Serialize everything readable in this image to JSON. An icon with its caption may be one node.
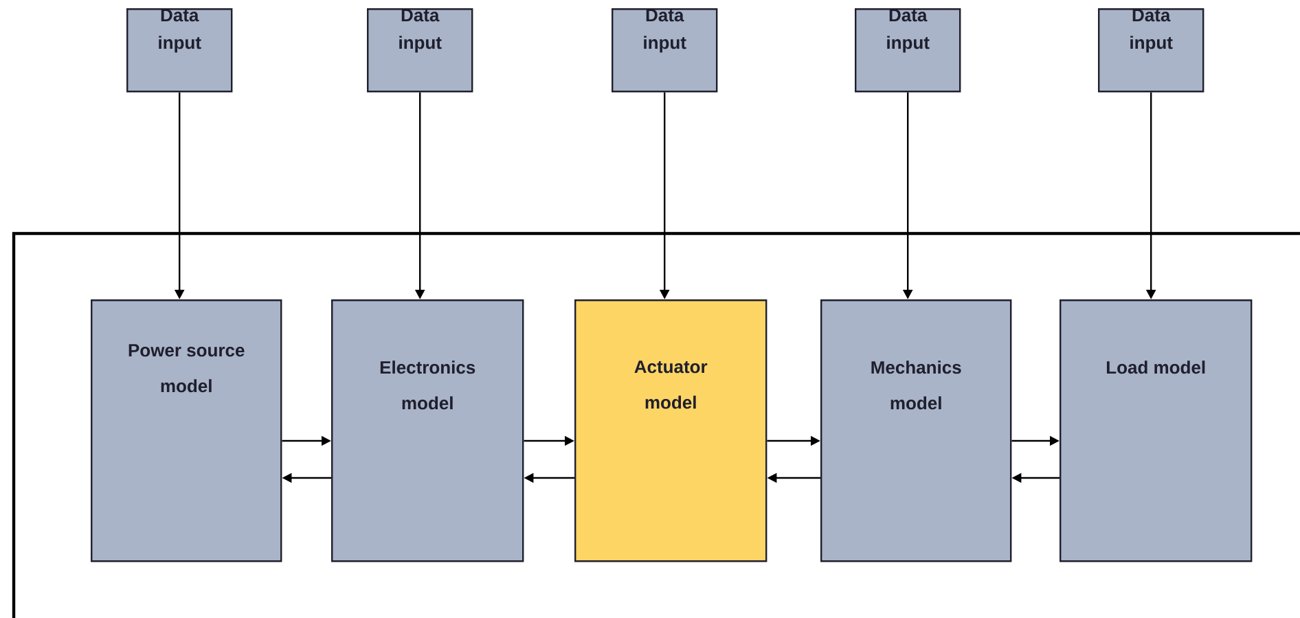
{
  "diagram": {
    "nodes": [
      {
        "text": [
          "Data input"
        ]
      },
      {
        "text": [
          "Data input"
        ]
      },
      {
        "text": [
          "Data input"
        ]
      },
      {
        "text": [
          "Data input"
        ]
      },
      {
        "text": [
          "Data input"
        ]
      },
      {
        "text": [],
        "shape": "box"
      },
      {
        "text": [
          "Power source model"
        ],
        "in": 5
      },
      {
        "text": [
          "Electronics model"
        ],
        "in": 5
      },
      {
        "text": [
          "Actuator model"
        ],
        "in": 5
      },
      {
        "text": [
          "Mechanics model"
        ],
        "in": 5
      },
      {
        "text": [
          "Load model"
        ],
        "in": 5
      }
    ],
    "edges": [
      {
        "from": 0,
        "to": 6,
        "arrow": "to"
      },
      {
        "from": 1,
        "to": 7,
        "arrow": "to"
      },
      {
        "from": 2,
        "to": 8,
        "arrow": "to"
      },
      {
        "from": 3,
        "to": 9,
        "arrow": "to"
      },
      {
        "from": 4,
        "to": 10,
        "arrow": "to"
      },
      {
        "from": 6,
        "to": 7,
        "arrow": "to"
      },
      {
        "from": 7,
        "to": 6,
        "arrow": "to"
      },
      {
        "from": 7,
        "to": 8,
        "arrow": "to"
      },
      {
        "from": 8,
        "to": 7,
        "arrow": "to"
      },
      {
        "from": 8,
        "to": 9,
        "arrow": "to"
      },
      {
        "from": 9,
        "to": 8,
        "arrow": "to"
      },
      {
        "from": 9,
        "to": 10,
        "arrow": "to"
      },
      {
        "from": 10,
        "to": 9,
        "arrow": "to"
      }
    ]
  }
}
